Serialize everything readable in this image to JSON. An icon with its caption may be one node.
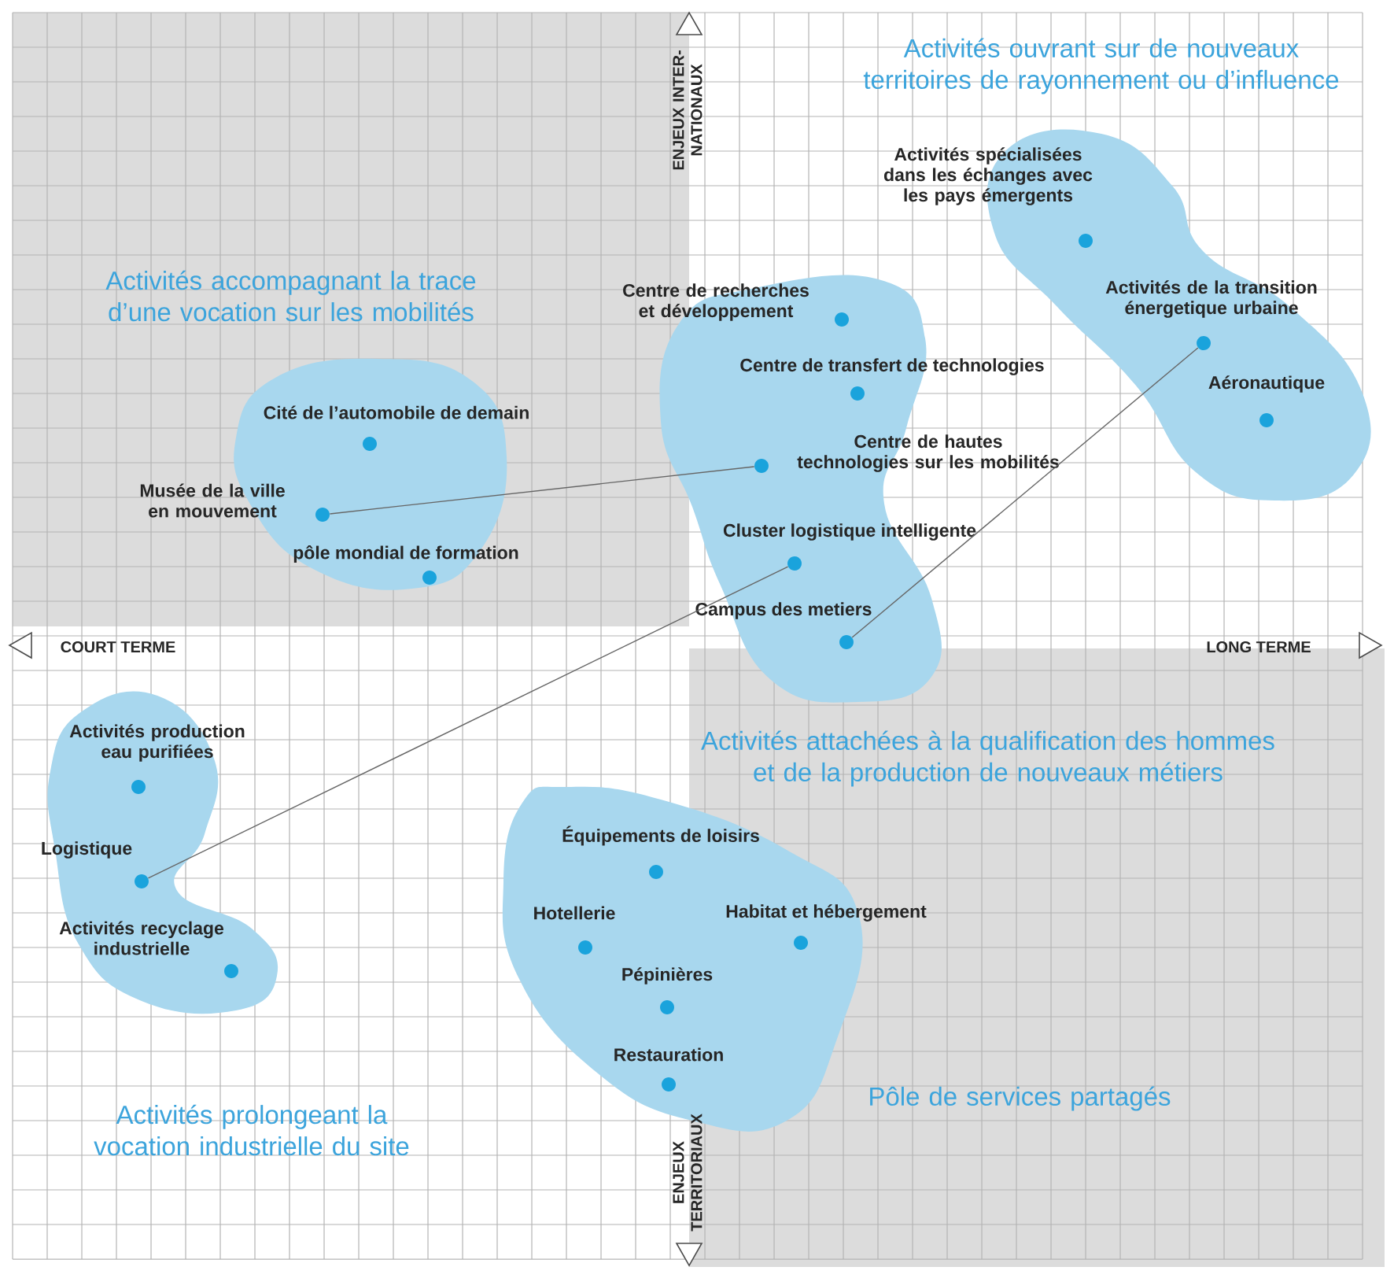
{
  "diagram": {
    "nodes": [
      {
        "text": [
          "Activités ouvrant sur de nouveaux territoires de rayonnement ou d’influence"
        ]
      },
      {
        "text": [
          "Activités spécialisées dans les échanges avec les pays émergents"
        ],
        "in": 0
      },
      {
        "text": [
          "Activités de la transition énergetique urbaine"
        ],
        "in": 0
      },
      {
        "text": [
          "Aéronautique"
        ],
        "in": 0
      },
      {
        "text": [
          "Activités accompagnant la trace d’une vocation sur les mobilités"
        ]
      },
      {
        "text": [
          "Cité de l’automobile de demain"
        ],
        "in": 4
      },
      {
        "text": [
          "Musée de la ville en mouvement"
        ],
        "in": 4
      },
      {
        "text": [
          "pôle mondial de formation"
        ],
        "in": 4
      },
      {
        "text": [
          "Activités attachées à la qualification des hommes et de la production de nouveaux métiers"
        ]
      },
      {
        "text": [
          "Centre de recherches et développement"
        ],
        "in": 8
      },
      {
        "text": [
          "Centre de transfert de technologies"
        ],
        "in": 8
      },
      {
        "text": [
          "Centre de hautes technologies sur les mobilités"
        ],
        "in": 8
      },
      {
        "text": [
          "Cluster logistique intelligente"
        ],
        "in": 8
      },
      {
        "text": [
          "Campus des metiers"
        ],
        "in": 8
      },
      {
        "text": [
          "Activités prolongeant la vocation industrielle du site"
        ]
      },
      {
        "text": [
          "Activités production eau purifiées"
        ],
        "in": 14
      },
      {
        "text": [
          "Logistique"
        ],
        "in": 14
      },
      {
        "text": [
          "Activités recyclage industrielle"
        ],
        "in": 14
      },
      {
        "text": [
          "Pôle de services partagés"
        ]
      },
      {
        "text": [
          "Équipements de loisirs"
        ],
        "in": 18
      },
      {
        "text": [
          "Hotellerie"
        ],
        "in": 18
      },
      {
        "text": [
          "Habitat et hébergement"
        ],
        "in": 18
      },
      {
        "text": [
          "Pépinières"
        ],
        "in": 18
      },
      {
        "text": [
          "Restauration"
        ],
        "in": 18
      }
    ],
    "edges": [
      {
        "from": 6,
        "to": 11,
        "arrow": "none"
      },
      {
        "from": 16,
        "to": 12,
        "arrow": "none"
      },
      {
        "from": 13,
        "to": 2,
        "arrow": "none"
      }
    ],
    "labels": [
      "ENJEUX INTER-NATIONAUX",
      "COURT TERME",
      "LONG TERME",
      "ENJEUX TERRITORIAUX"
    ]
  }
}
